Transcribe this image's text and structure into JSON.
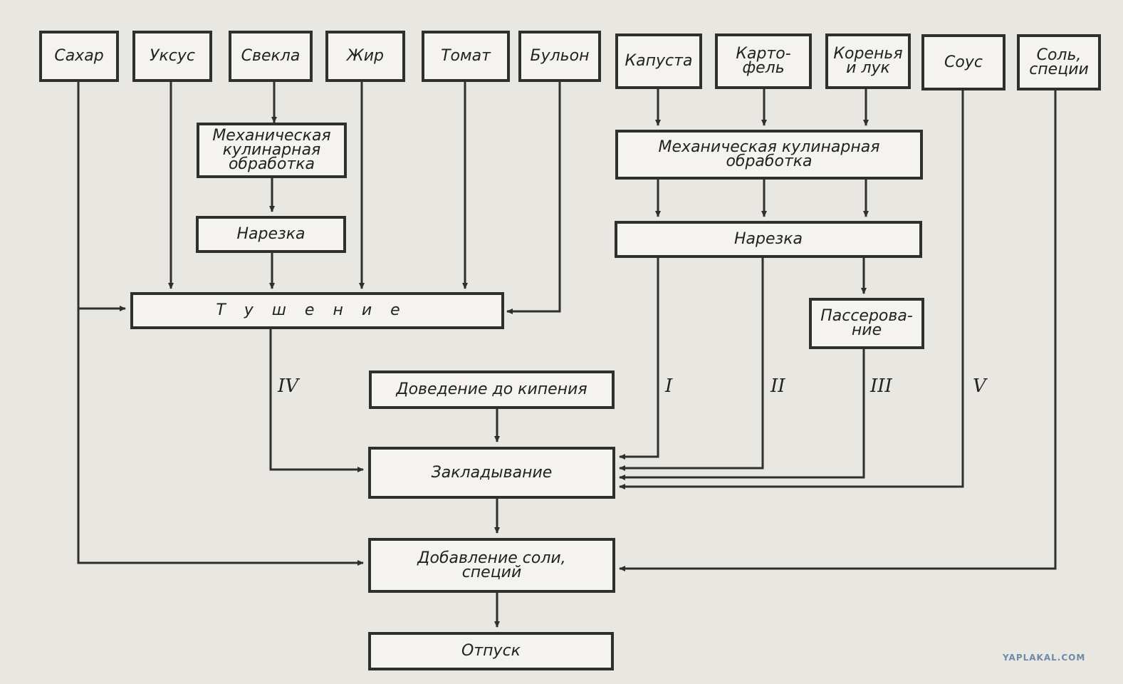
{
  "colors": {
    "line": "#2f2f2f",
    "paper": "#e9e7e2",
    "box": "#f4f3ef",
    "watermark": "#6e8aa6"
  },
  "nodes": {
    "sugar": "Сахар",
    "vinegar": "Уксус",
    "beet": "Свекла",
    "fat": "Жир",
    "tomato": "Томат",
    "broth": "Бульон",
    "cabbage": "Капуста",
    "potato": "Карто-\nфель",
    "roots_onion": "Коренья\nи лук",
    "sauce": "Соус",
    "salt_spices": "Соль,\nспеции",
    "mech_left": "Механическая\nкулинарная\nобработка",
    "cut_left": "Нарезка",
    "stewing": "Тушение",
    "mech_right": "Механическая кулинарная\nобработка",
    "cut_right": "Нарезка",
    "sauteing": "Пассерова-\nние",
    "boiling": "Доведение до кипения",
    "adding": "Закладывание",
    "salting": "Добавление соли,\nспеций",
    "serving": "Отпуск"
  },
  "labels": {
    "I": "I",
    "II": "II",
    "III": "III",
    "IV": "IV",
    "V": "V"
  },
  "watermark": "YAPLAKAL.COM"
}
